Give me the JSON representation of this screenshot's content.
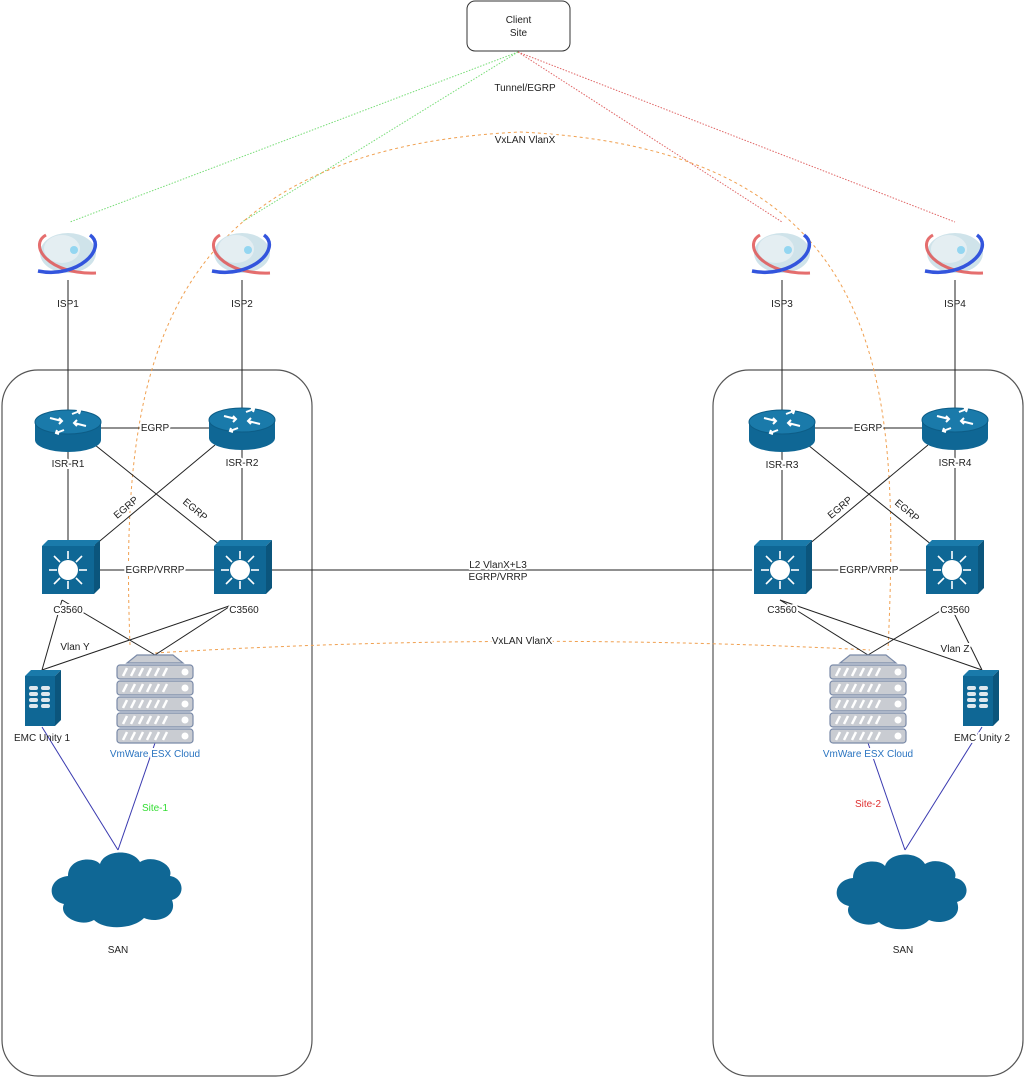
{
  "diagram": {
    "colors": {
      "device_blue": "#0f6795",
      "link": "#222222",
      "green_tunnel": "#77dd77",
      "red_tunnel": "#e06666",
      "vxlan": "#f0a050",
      "san_link": "#3a3ab0",
      "site1_label": "#33dd33",
      "site2_label": "#e03030",
      "esx_label": "#2a74c0"
    },
    "client": {
      "label_line1": "Client",
      "label_line2": "Site"
    },
    "labels": {
      "tunnel": "Tunnel/EGRP",
      "vxlan_top": "VxLAN VlanX",
      "vxlan_bottom": "VxLAN VlanX",
      "interconnect_line1": "L2 VlanX+L3",
      "interconnect_line2": "EGRP/VRRP"
    },
    "isps": [
      {
        "id": "isp1",
        "label": "ISP1"
      },
      {
        "id": "isp2",
        "label": "ISP2"
      },
      {
        "id": "isp3",
        "label": "ISP3"
      },
      {
        "id": "isp4",
        "label": "ISP4"
      }
    ],
    "sites": [
      {
        "id": "site1",
        "label": "Site-1",
        "routers": [
          {
            "label": "ISR-R1"
          },
          {
            "label": "ISR-R2"
          }
        ],
        "router_link": "EGRP",
        "cross_links": [
          "EGRP",
          "EGRP"
        ],
        "switches": [
          {
            "label": "C3560"
          },
          {
            "label": "C3560"
          }
        ],
        "switch_link": "EGRP/VRRP",
        "vlan": "Vlan Y",
        "storage": "EMC Unity 1",
        "esx": "VmWare ESX Cloud",
        "san": "SAN"
      },
      {
        "id": "site2",
        "label": "Site-2",
        "routers": [
          {
            "label": "ISR-R3"
          },
          {
            "label": "ISR-R4"
          }
        ],
        "router_link": "EGRP",
        "cross_links": [
          "EGRP",
          "EGRP"
        ],
        "switches": [
          {
            "label": "C3560"
          },
          {
            "label": "C3560"
          }
        ],
        "switch_link": "EGRP/VRRP",
        "vlan": "Vlan Z",
        "storage": "EMC Unity 2",
        "esx": "VmWare ESX Cloud",
        "san": "SAN"
      }
    ]
  }
}
